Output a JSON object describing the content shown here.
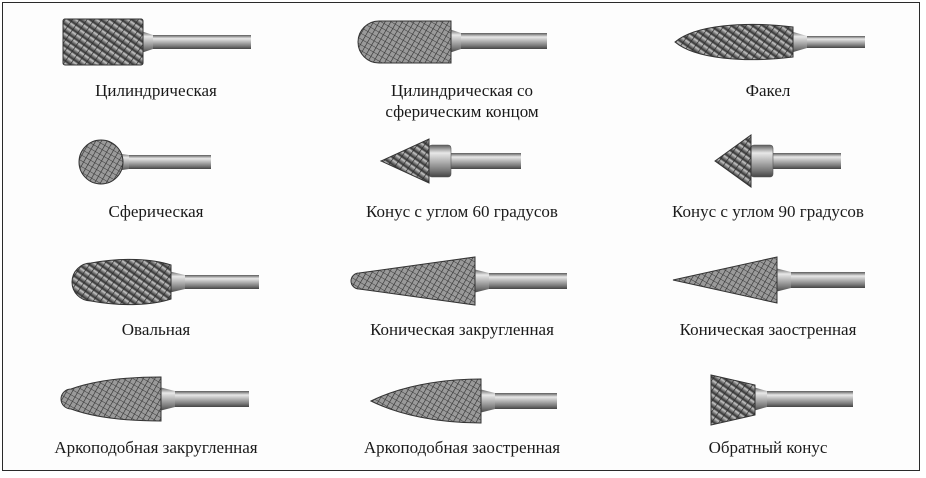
{
  "items": [
    {
      "label": "Цилиндрическая",
      "icon": "cylindrical-burr-icon"
    },
    {
      "label": "Цилиндрическая со\nсферическим концом",
      "icon": "cylindrical-ball-end-burr-icon"
    },
    {
      "label": "Факел",
      "icon": "flame-burr-icon"
    },
    {
      "label": "Сферическая",
      "icon": "ball-burr-icon"
    },
    {
      "label": "Конус с углом 60 градусов",
      "icon": "cone-60-burr-icon"
    },
    {
      "label": "Конус с углом  90 градусов",
      "icon": "cone-90-burr-icon"
    },
    {
      "label": "Овальная",
      "icon": "oval-burr-icon"
    },
    {
      "label": "Коническая закругленная",
      "icon": "rounded-cone-burr-icon"
    },
    {
      "label": "Коническая заостренная",
      "icon": "pointed-cone-burr-icon"
    },
    {
      "label": "Аркоподобная закругленная",
      "icon": "rounded-arch-burr-icon"
    },
    {
      "label": "Аркоподобная заостренная",
      "icon": "pointed-arch-burr-icon"
    },
    {
      "label": "Обратный конус",
      "icon": "inverted-cone-burr-icon"
    }
  ]
}
